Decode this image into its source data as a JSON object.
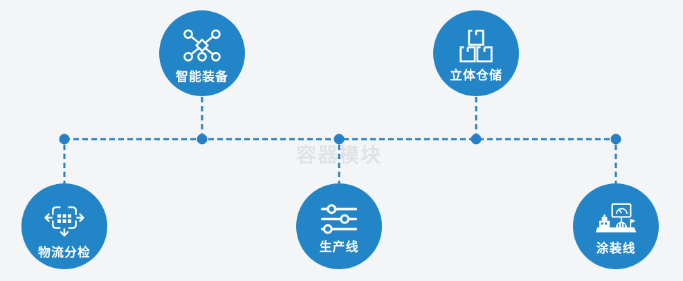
{
  "watermark": {
    "text": "容器模块"
  },
  "colors": {
    "node_fill": "#2285c8",
    "connector": "#2580c8",
    "background": "#f3f5f7",
    "icon_and_label": "#ffffff",
    "watermark": "#e0e2e6"
  },
  "nodes": [
    {
      "label": "智能装备",
      "icon": "network-nodes-icon",
      "position": "top-left"
    },
    {
      "label": "立体仓储",
      "icon": "stacked-boxes-icon",
      "position": "top-right"
    },
    {
      "label": "物流分检",
      "icon": "sorting-distribution-icon",
      "position": "bottom-left"
    },
    {
      "label": "生产线",
      "icon": "sliders-icon",
      "position": "bottom-center"
    },
    {
      "label": "涂装线",
      "icon": "coating-machine-icon",
      "position": "bottom-right"
    }
  ]
}
